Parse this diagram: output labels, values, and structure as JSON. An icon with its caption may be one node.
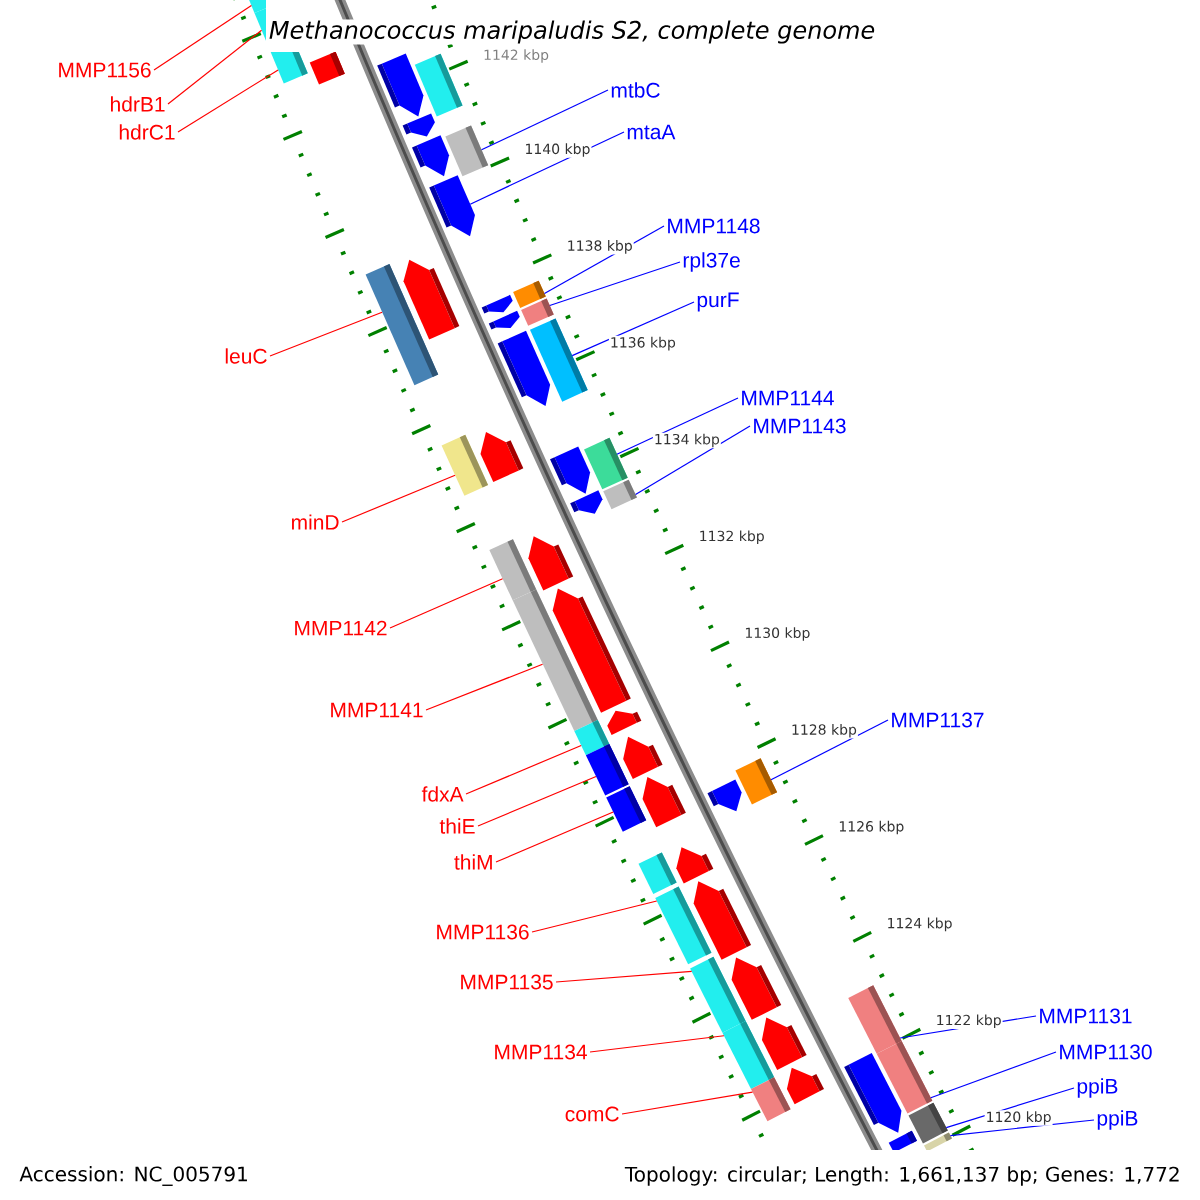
{
  "diagram": {
    "title": "Methanococcus maripaludis S2, complete genome",
    "nodes": [
      {
        "text": [
          "MMP1156"
        ]
      },
      {
        "text": [
          "hdrB1"
        ]
      },
      {
        "text": [
          "hdrC1"
        ]
      },
      {
        "text": [
          "leuC"
        ]
      },
      {
        "text": [
          "minD"
        ]
      },
      {
        "text": [
          "MMP1142"
        ]
      },
      {
        "text": [
          "MMP1141"
        ]
      },
      {
        "text": [
          "fdxA"
        ]
      },
      {
        "text": [
          "thiE"
        ]
      },
      {
        "text": [
          "thiM"
        ]
      },
      {
        "text": [
          "MMP1136"
        ]
      },
      {
        "text": [
          "MMP1135"
        ]
      },
      {
        "text": [
          "MMP1134"
        ]
      },
      {
        "text": [
          "comC"
        ]
      },
      {
        "text": [
          "mtbC"
        ]
      },
      {
        "text": [
          "mtaA"
        ]
      },
      {
        "text": [
          "MMP1148"
        ]
      },
      {
        "text": [
          "rpl37e"
        ]
      },
      {
        "text": [
          "purF"
        ]
      },
      {
        "text": [
          "MMP1144"
        ]
      },
      {
        "text": [
          "MMP1143"
        ]
      },
      {
        "text": [
          "MMP1137"
        ]
      },
      {
        "text": [
          "MMP1131"
        ]
      },
      {
        "text": [
          "MMP1130"
        ]
      },
      {
        "text": [
          "ppiB"
        ]
      },
      {
        "text": [
          "ppiB"
        ]
      },
      {
        "text": [],
        "shape": "bar"
      },
      {
        "text": [],
        "shape": "bar"
      },
      {
        "text": [],
        "shape": "bar"
      },
      {
        "text": [],
        "shape": "bar"
      },
      {
        "text": [],
        "shape": "bar"
      },
      {
        "text": [],
        "shape": "bar"
      },
      {
        "text": [],
        "shape": "bar"
      },
      {
        "text": [],
        "shape": "bar"
      },
      {
        "text": [],
        "shape": "bar"
      },
      {
        "text": [],
        "shape": "bar"
      },
      {
        "text": [],
        "shape": "bar"
      },
      {
        "text": [],
        "shape": "bar"
      },
      {
        "text": [],
        "shape": "bar"
      },
      {
        "text": [],
        "shape": "bar"
      },
      {
        "text": [],
        "shape": "bar"
      },
      {
        "text": [],
        "shape": "bar"
      },
      {
        "text": [],
        "shape": "bar"
      },
      {
        "text": [],
        "shape": "bar"
      },
      {
        "text": [],
        "shape": "bar"
      },
      {
        "text": [],
        "shape": "bar"
      },
      {
        "text": [],
        "shape": "bar"
      },
      {
        "text": [],
        "shape": "bar"
      },
      {
        "text": [],
        "shape": "bar"
      },
      {
        "text": [],
        "shape": "bar"
      },
      {
        "text": [],
        "shape": "bar"
      },
      {
        "text": [],
        "shape": "bar"
      },
      {
        "text": [],
        "shape": "bar"
      },
      {
        "text": [],
        "shape": "bar"
      },
      {
        "text": [],
        "shape": "bar"
      },
      {
        "text": [],
        "shape": "bar"
      },
      {
        "text": [],
        "shape": "bar"
      },
      {
        "text": [],
        "shape": "bar"
      },
      {
        "text": [],
        "shape": "bar"
      },
      {
        "text": [],
        "shape": "bar"
      },
      {
        "text": [],
        "shape": "bar"
      },
      {
        "text": [],
        "shape": "bar"
      },
      {
        "text": [],
        "shape": "bar"
      },
      {
        "text": [],
        "shape": "bar"
      },
      {
        "text": [],
        "shape": "bar"
      },
      {
        "text": [],
        "shape": "bar"
      },
      {
        "text": [],
        "shape": "bar"
      },
      {
        "text": [],
        "shape": "bar"
      },
      {
        "text": [],
        "shape": "bar"
      },
      {
        "text": [],
        "shape": "bar"
      },
      {
        "text": [],
        "shape": "bar"
      },
      {
        "text": [],
        "shape": "bar"
      },
      {
        "text": [],
        "shape": "bar"
      },
      {
        "text": [],
        "shape": "bar"
      },
      {
        "text": [],
        "shape": "bar"
      },
      {
        "text": [],
        "shape": "bar"
      },
      {
        "text": [],
        "shape": "bar"
      },
      {
        "text": [],
        "shape": "bar"
      }
    ],
    "edges": [
      {
        "from": 0,
        "to": 26,
        "arrow": "none"
      },
      {
        "from": 1,
        "to": 28,
        "arrow": "none"
      },
      {
        "from": 2,
        "to": 30,
        "arrow": "none"
      },
      {
        "from": 3,
        "to": 37,
        "arrow": "none"
      },
      {
        "from": 4,
        "to": 45,
        "arrow": "none"
      },
      {
        "from": 5,
        "to": 51,
        "arrow": "none"
      },
      {
        "from": 6,
        "to": 53,
        "arrow": "none"
      },
      {
        "from": 7,
        "to": 55,
        "arrow": "none"
      },
      {
        "from": 8,
        "to": 57,
        "arrow": "none"
      },
      {
        "from": 9,
        "to": 61,
        "arrow": "none"
      },
      {
        "from": 10,
        "to": 65,
        "arrow": "none"
      },
      {
        "from": 11,
        "to": 67,
        "arrow": "none"
      },
      {
        "from": 12,
        "to": 70,
        "arrow": "none"
      },
      {
        "from": 13,
        "to": 74,
        "arrow": "none"
      },
      {
        "from": 14,
        "to": 33,
        "arrow": "none",
        "color": "#0000ff"
      },
      {
        "from": 15,
        "to": 35,
        "arrow": "none",
        "color": "#0000ff"
      },
      {
        "from": 16,
        "to": 38,
        "arrow": "none",
        "color": "#0000ff"
      },
      {
        "from": 17,
        "to": 40,
        "arrow": "none",
        "color": "#0000ff"
      },
      {
        "from": 18,
        "to": 42,
        "arrow": "none",
        "color": "#0000ff"
      },
      {
        "from": 19,
        "to": 46,
        "arrow": "none",
        "color": "#0000ff"
      },
      {
        "from": 20,
        "to": 48,
        "arrow": "none",
        "color": "#0000ff"
      },
      {
        "from": 21,
        "to": 58,
        "arrow": "none",
        "color": "#0000ff"
      },
      {
        "from": 22,
        "to": 68,
        "arrow": "none",
        "color": "#0000ff"
      },
      {
        "from": 23,
        "to": 71,
        "arrow": "none",
        "color": "#0000ff"
      },
      {
        "from": 24,
        "to": 75,
        "arrow": "none",
        "color": "#0000ff"
      },
      {
        "from": 25,
        "to": 77,
        "arrow": "none",
        "color": "#0000ff"
      }
    ],
    "labels": [
      "1142 kbp",
      "1140 kbp",
      "1138 kbp",
      "1136 kbp",
      "1134 kbp",
      "1132 kbp",
      "1130 kbp",
      "1128 kbp",
      "1126 kbp",
      "1124 kbp",
      "1122 kbp",
      "1120 kbp",
      "Accession: NC_005791",
      "Topology: circular; Length: 1,661,137 bp; Genes: 1,772"
    ]
  }
}
